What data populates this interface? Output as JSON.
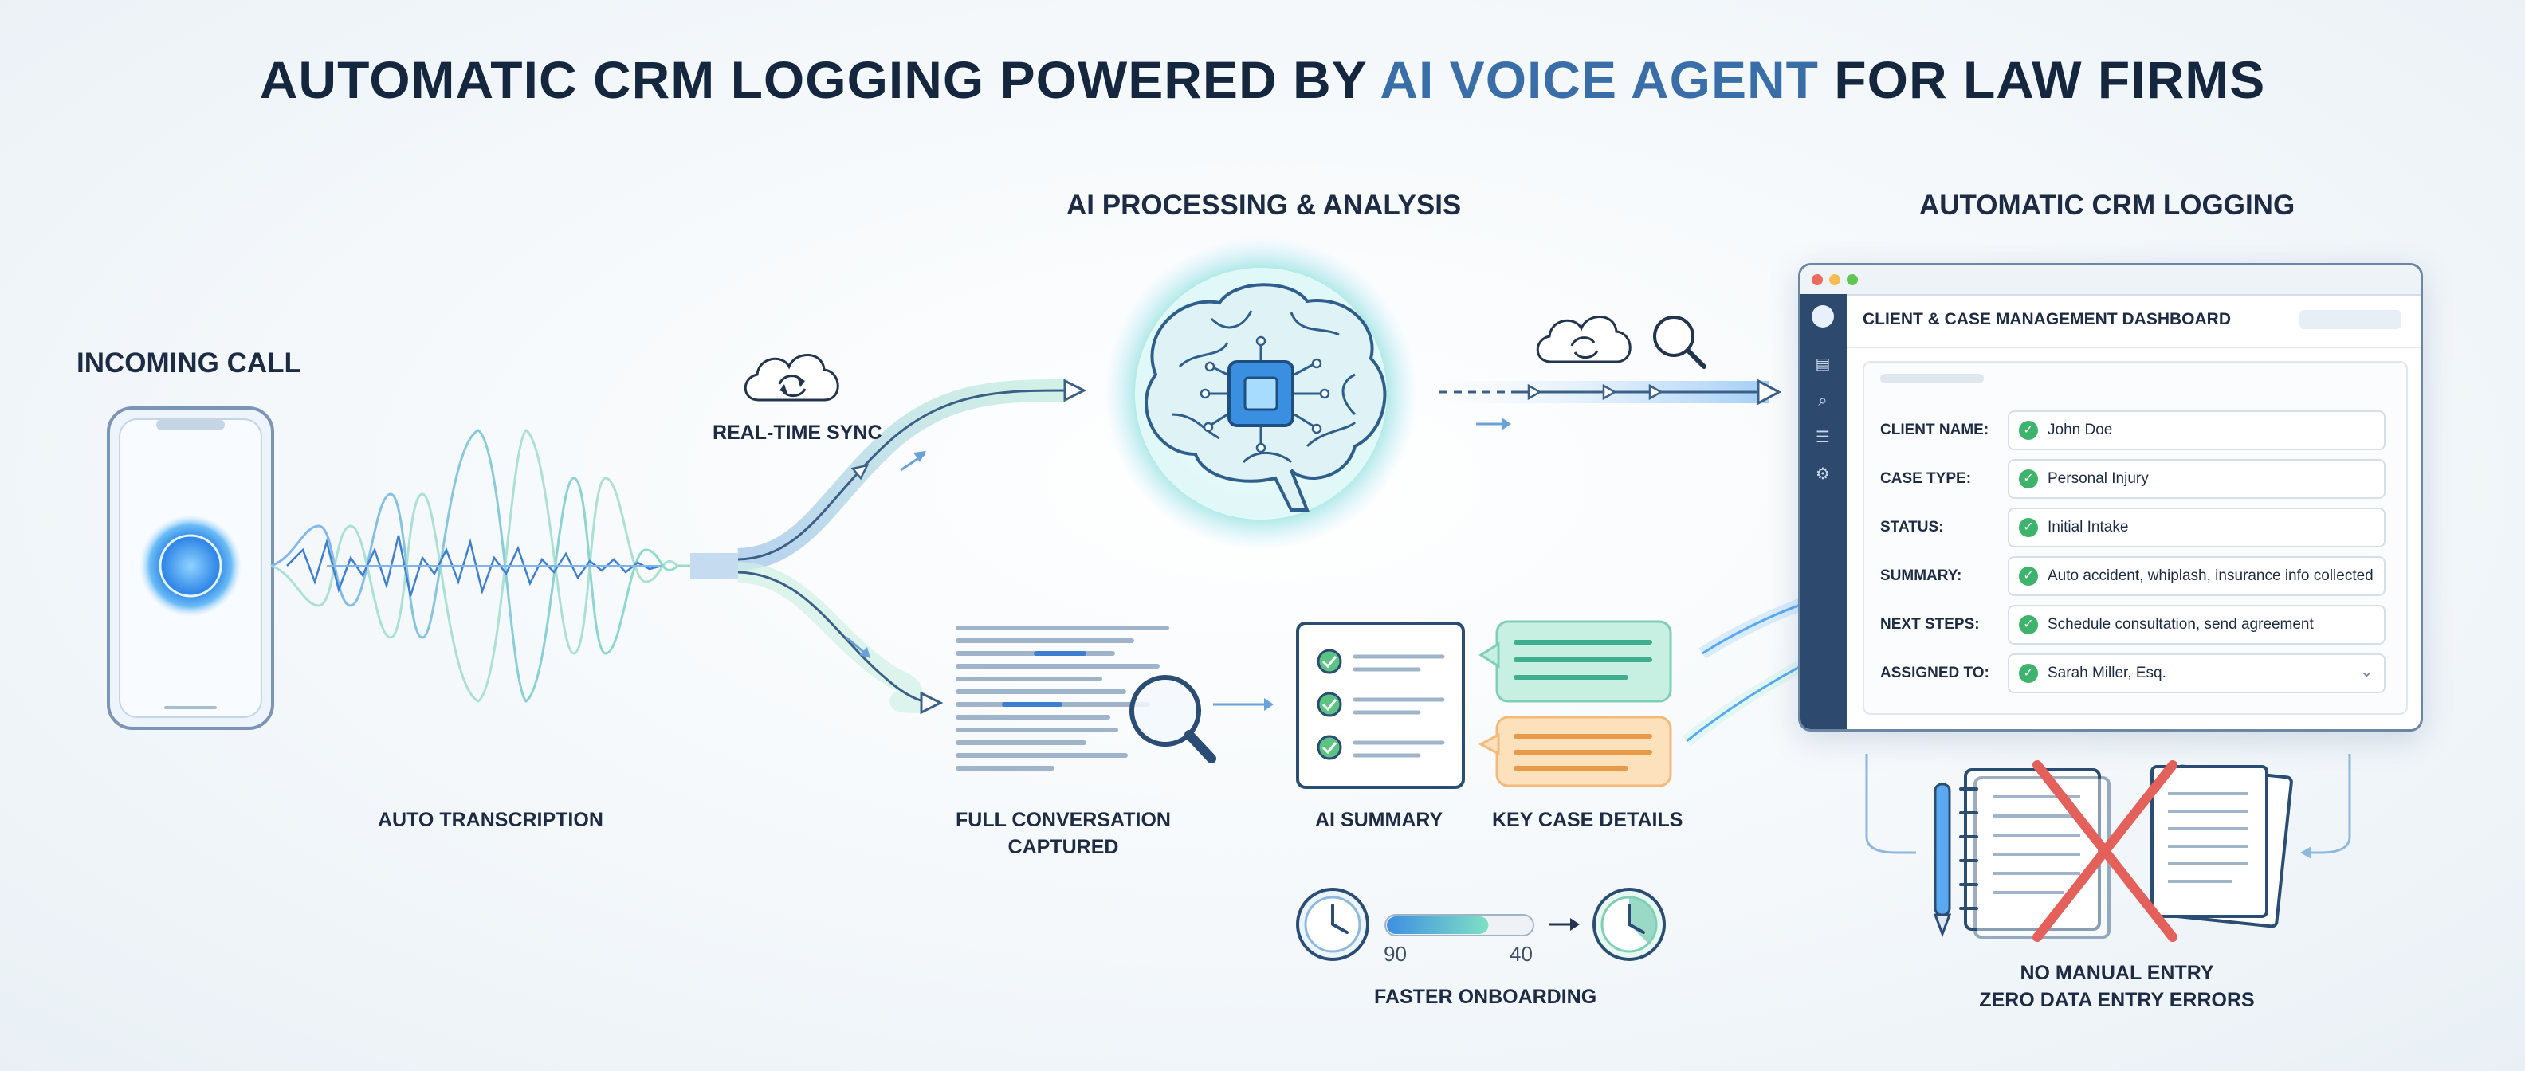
{
  "title": {
    "prefix": "AUTOMATIC CRM LOGGING POWERED BY",
    "highlight": "AI VOICE AGENT",
    "suffix": "FOR LAW FIRMS"
  },
  "sections": {
    "incoming_call": "INCOMING CALL",
    "ai_processing": "AI PROCESSING & ANALYSIS",
    "crm_logging": "AUTOMATIC CRM LOGGING"
  },
  "captions": {
    "real_time_sync": "REAL-TIME SYNC",
    "auto_transcription": "AUTO TRANSCRIPTION",
    "full_conversation_line1": "FULL CONVERSATION",
    "full_conversation_line2": "CAPTURED",
    "ai_summary": "AI SUMMARY",
    "key_case_details": "KEY CASE DETAILS",
    "faster_onboarding": "FASTER ONBOARDING",
    "no_manual_entry_line1": "NO MANUAL ENTRY",
    "no_manual_entry_line2": "ZERO DATA ENTRY ERRORS"
  },
  "onboarding": {
    "before": "90",
    "after": "40",
    "progress": 0.7
  },
  "crm": {
    "dashboard_title": "CLIENT & CASE MANAGEMENT DASHBOARD",
    "fields": [
      {
        "label": "CLIENT NAME:",
        "value": "John Doe"
      },
      {
        "label": "CASE TYPE:",
        "value": "Personal Injury"
      },
      {
        "label": "STATUS:",
        "value": "Initial Intake"
      },
      {
        "label": "SUMMARY:",
        "value": "Auto accident, whiplash, insurance info collected"
      },
      {
        "label": "NEXT STEPS:",
        "value": "Schedule consultation, send agreement"
      },
      {
        "label": "ASSIGNED TO:",
        "value": "Sarah Miller, Esq."
      }
    ]
  },
  "colors": {
    "navy": "#15263f",
    "accent_blue": "#3a6ea8",
    "teal": "#6fd6c0",
    "orange_card": "#fbd9b0",
    "green_check": "#3db36b",
    "red_cross": "#e4605a"
  }
}
